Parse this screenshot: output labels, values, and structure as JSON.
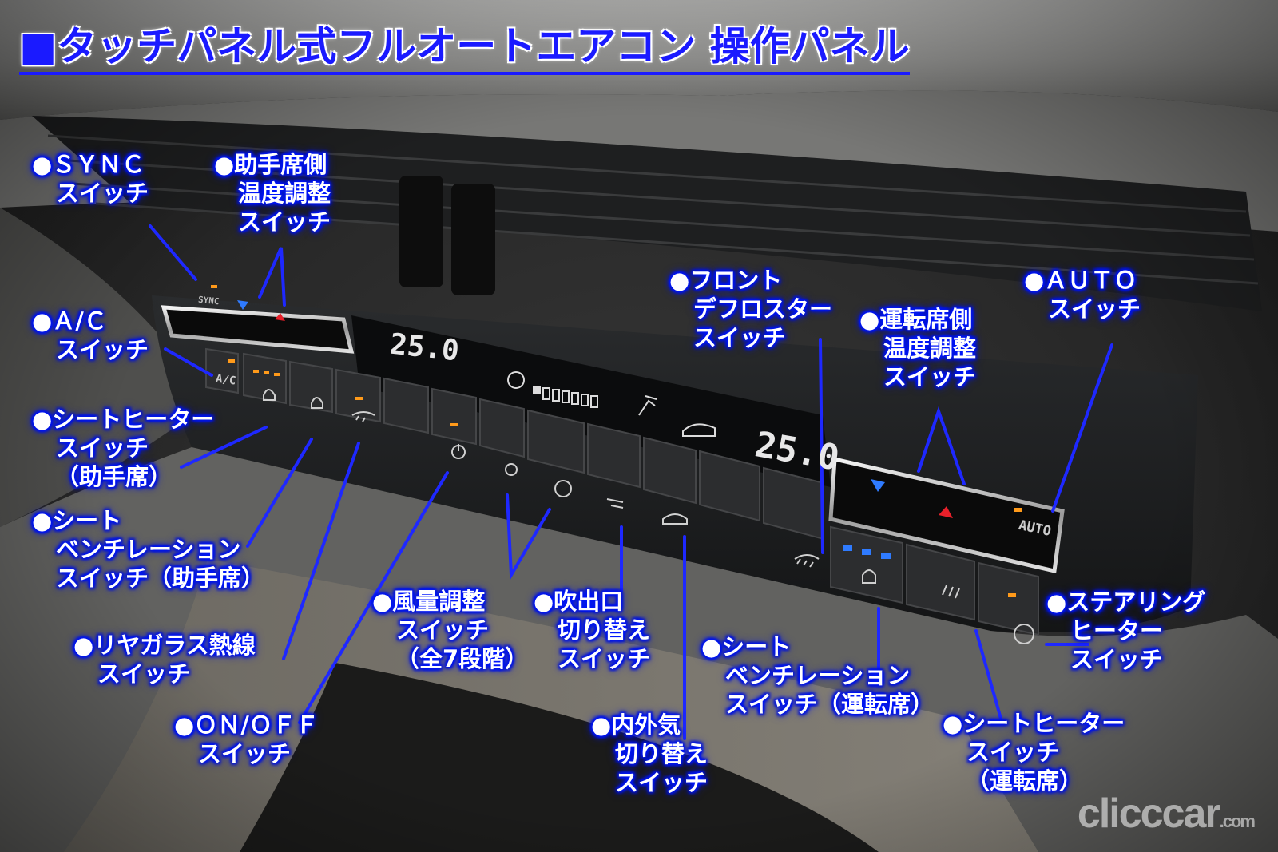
{
  "title": "■タッチパネル式フルオートエアコン 操作パネル",
  "labels": {
    "sync": [
      "●ＳＹＮＣ",
      "スイッチ"
    ],
    "passenger_temp": [
      "●助手席側",
      "温度調整",
      "スイッチ"
    ],
    "ac": [
      "●Ａ/Ｃ",
      "スイッチ"
    ],
    "seat_heater_passenger": [
      "●シートヒーター",
      "スイッチ",
      "（助手席）"
    ],
    "seat_vent_passenger": [
      "●シート",
      "ベンチレーション",
      "スイッチ（助手席）"
    ],
    "rear_defog": [
      "●リヤガラス熱線",
      "スイッチ"
    ],
    "on_off": [
      "●ＯＮ/ＯＦＦ",
      "スイッチ"
    ],
    "fan_speed": [
      "●風量調整",
      "スイッチ",
      "（全7段階）"
    ],
    "vent_mode": [
      "●吹出口",
      "切り替え",
      "スイッチ"
    ],
    "recirc": [
      "●内外気",
      "切り替え",
      "スイッチ"
    ],
    "front_defrost": [
      "●フロント",
      "デフロスター",
      "スイッチ"
    ],
    "driver_temp": [
      "●運転席側",
      "温度調整",
      "スイッチ"
    ],
    "auto": [
      "●ＡＵＴＯ",
      "スイッチ"
    ],
    "steering_heater": [
      "●ステアリング",
      "ヒーター",
      "スイッチ"
    ],
    "seat_vent_driver": [
      "●シート",
      "ベンチレーション",
      "スイッチ（運転席）"
    ],
    "seat_heater_driver": [
      "●シートヒーター",
      "スイッチ",
      "（運転席）"
    ]
  },
  "panel": {
    "left_temp": "25.0",
    "right_temp": "25.0",
    "sync_text": "SYNC",
    "ac_text": "A/C",
    "auto_text": "AUTO"
  },
  "watermark": "clicccar",
  "watermark_sub": ".com",
  "colors": {
    "label_glow": "#0018ff",
    "title": "#1a1aff",
    "leader_line": "#1e28ff",
    "indicator_orange": "#ff9a1a",
    "indicator_blue": "#2f7bff",
    "arrow_red": "#e8202a"
  }
}
